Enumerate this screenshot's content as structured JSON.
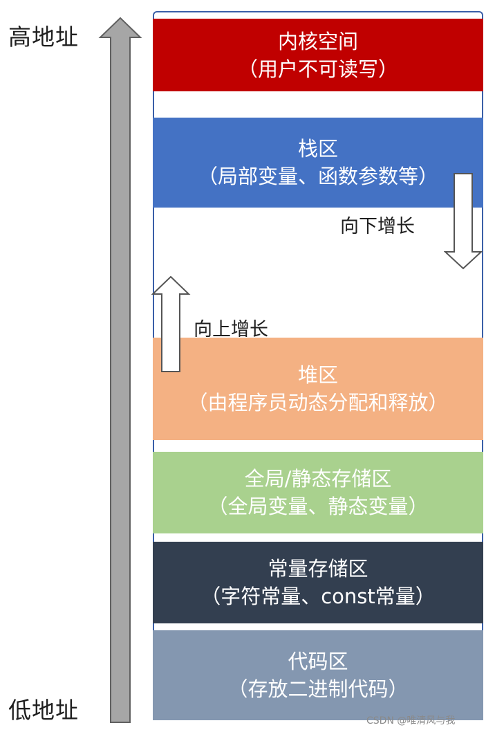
{
  "address": {
    "high": "高地址",
    "low": "低地址"
  },
  "segments": [
    {
      "title": "内核空间",
      "subtitle": "（用户不可读写）",
      "color": "#c00000",
      "text_color": "#ffffff"
    },
    {
      "title": "栈区",
      "subtitle": "（局部变量、函数参数等）",
      "color": "#4472c4",
      "text_color": "#ffffff"
    },
    {
      "title": "堆区",
      "subtitle": "（由程序员动态分配和释放）",
      "color": "#f4b183",
      "text_color": "#ffffff"
    },
    {
      "title": "全局/静态存储区",
      "subtitle": "（全局变量、静态变量）",
      "color": "#a9d18e",
      "text_color": "#ffffff"
    },
    {
      "title": "常量存储区",
      "subtitle": "（字符常量、const常量）",
      "color": "#333f50",
      "text_color": "#ffffff"
    },
    {
      "title": "代码区",
      "subtitle": "（存放二进制代码）",
      "color": "#8497b0",
      "text_color": "#ffffff"
    }
  ],
  "growth": {
    "stack": "向下增长",
    "heap": "向上增长"
  },
  "watermark": "CSDN @唯清风与我",
  "colors": {
    "frame_border": "#3a5fa8",
    "address_arrow": "#a6a6a6"
  }
}
